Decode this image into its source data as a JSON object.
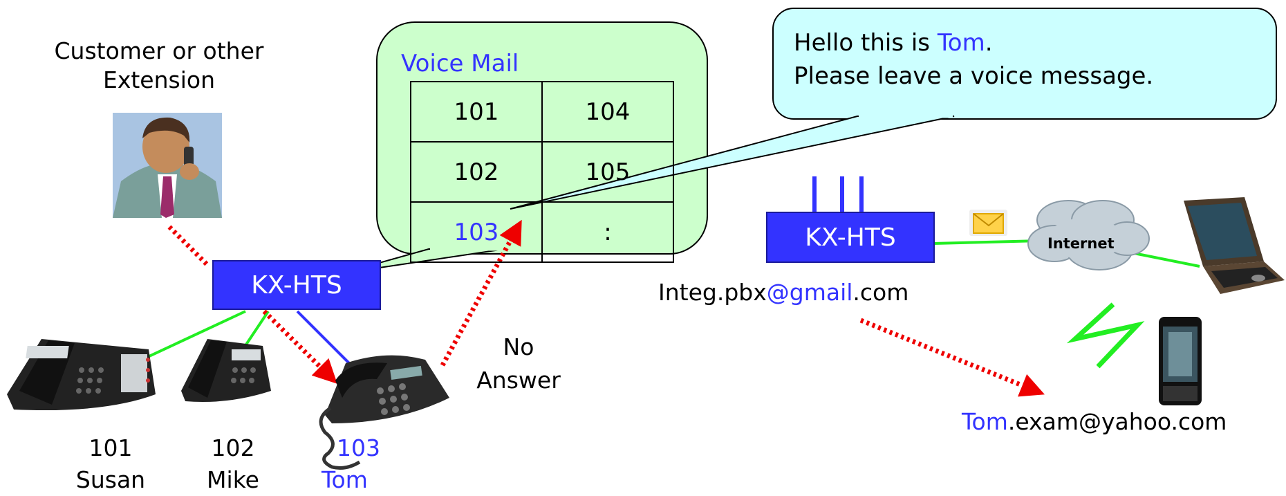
{
  "left_caller": {
    "line1": "Customer or other",
    "line2": "Extension"
  },
  "voicemail": {
    "title": "Voice Mail",
    "rows": [
      [
        "101",
        "104"
      ],
      [
        "102",
        "105"
      ],
      [
        "103",
        ":"
      ]
    ]
  },
  "speech_bubble": {
    "greeting_prefix": "Hello this is ",
    "name": "Tom",
    "greeting_suffix": ".",
    "line2": "Please leave a voice message."
  },
  "pbx_left": {
    "label": "KX-HTS"
  },
  "pbx_right": {
    "label": "KX-HTS"
  },
  "no_answer": {
    "line1": "No",
    "line2": "Answer"
  },
  "extensions": [
    {
      "number": "101",
      "name": "Susan"
    },
    {
      "number": "102",
      "name": "Mike"
    },
    {
      "number": "103",
      "name": "Tom"
    }
  ],
  "pbx_email": {
    "user": "Integ.pbx",
    "at_domain": "@gmail",
    "tld": ".com"
  },
  "internet": {
    "label": "Internet"
  },
  "forward_email": {
    "name": "Tom",
    "rest": ".exam@yahoo.com"
  },
  "colors": {
    "accent_blue": "#3333ff",
    "bubble_green": "#ccffcc",
    "bubble_cyan": "#ccffff",
    "link_green": "#22ee22",
    "arrow_red": "#ee0000"
  },
  "icons": [
    "person-on-phone-icon",
    "desk-phone-icon",
    "envelope-icon",
    "cloud-icon",
    "laptop-icon",
    "smartphone-icon",
    "lightning-icon"
  ]
}
